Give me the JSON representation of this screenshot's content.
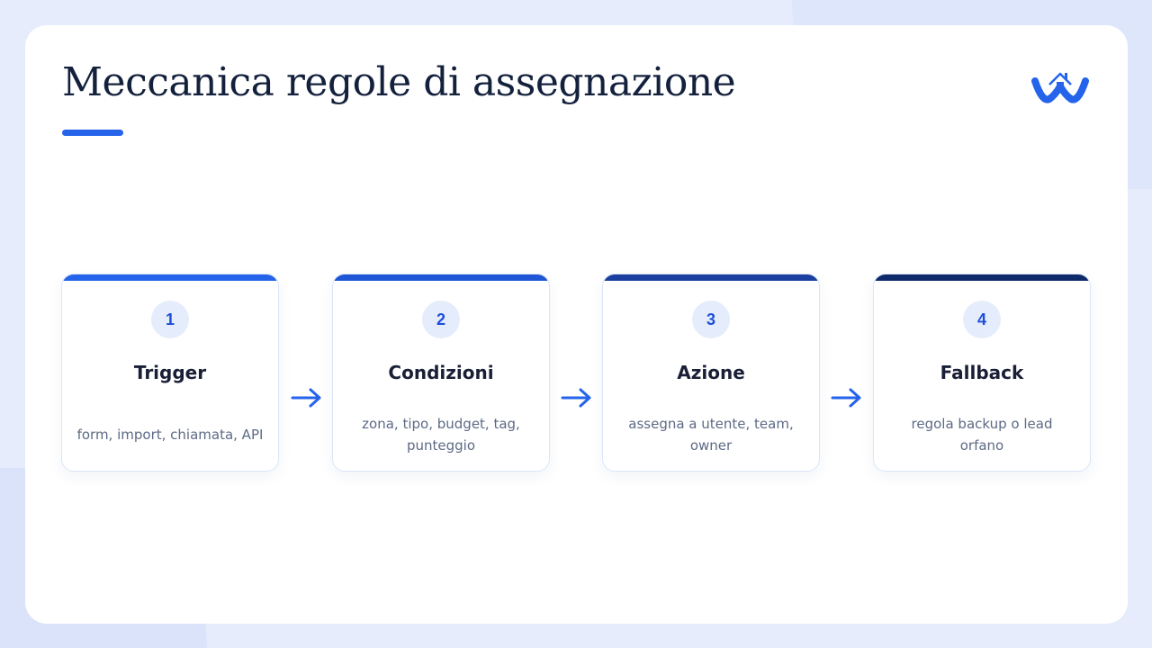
{
  "slide": {
    "title": "Meccanica regole di assegnazione",
    "logo_icon": "house-w-logo-icon",
    "accent_color": "#2563eb"
  },
  "steps": [
    {
      "number": "1",
      "title": "Trigger",
      "description": "form, import, chiamata, API",
      "bar_color": "#2563eb"
    },
    {
      "number": "2",
      "title": "Condizioni",
      "description": "zona, tipo, budget, tag, punteggio",
      "bar_color": "#1e56d6"
    },
    {
      "number": "3",
      "title": "Azione",
      "description": "assegna a utente, team, owner",
      "bar_color": "#1a3f9e"
    },
    {
      "number": "4",
      "title": "Fallback",
      "description": "regola backup o lead orfano",
      "bar_color": "#0f2a6b"
    }
  ],
  "connector_icon": "arrow-right-icon"
}
